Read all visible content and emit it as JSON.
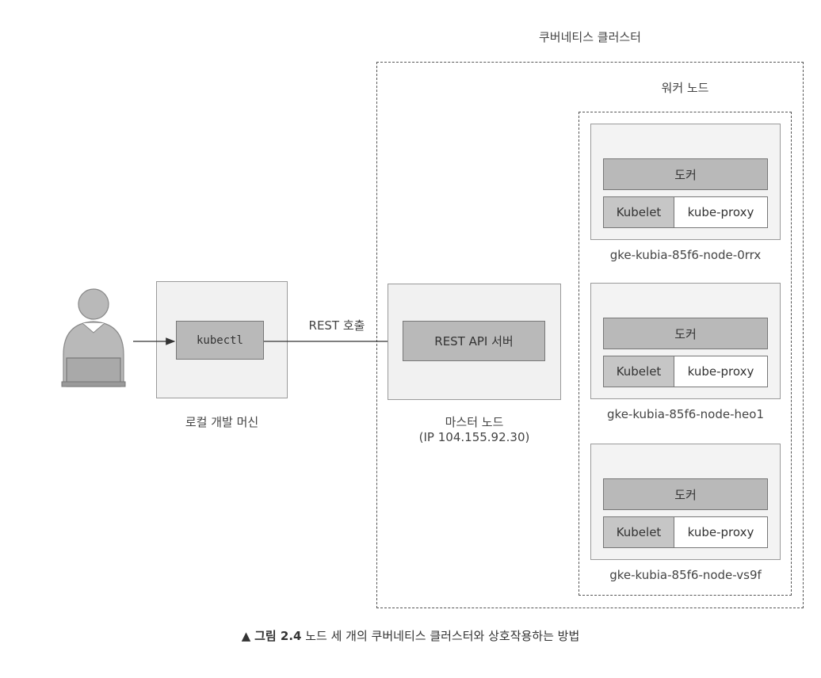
{
  "cluster": {
    "label": "쿠버네티스 클러스터"
  },
  "worker_group": {
    "label": "워커 노드"
  },
  "local_machine": {
    "label": "로컬 개발 머신",
    "kubectl_label": "kubectl"
  },
  "rest_call": {
    "label": "REST 호출"
  },
  "master": {
    "label": "마스터 노드",
    "ip": "(IP 104.155.92.30)",
    "api_label": "REST API 서버"
  },
  "nodes": [
    {
      "docker": "도커",
      "kubelet": "Kubelet",
      "proxy": "kube-proxy",
      "name": "gke-kubia-85f6-node-0rrx"
    },
    {
      "docker": "도커",
      "kubelet": "Kubelet",
      "proxy": "kube-proxy",
      "name": "gke-kubia-85f6-node-heo1"
    },
    {
      "docker": "도커",
      "kubelet": "Kubelet",
      "proxy": "kube-proxy",
      "name": "gke-kubia-85f6-node-vs9f"
    }
  ],
  "caption": {
    "marker": "▲",
    "figure": "그림 2.4",
    "text": "노드 세 개의 쿠버네티스 클러스터와 상호작용하는 방법"
  },
  "icons": {
    "user": "user-with-laptop-icon"
  }
}
